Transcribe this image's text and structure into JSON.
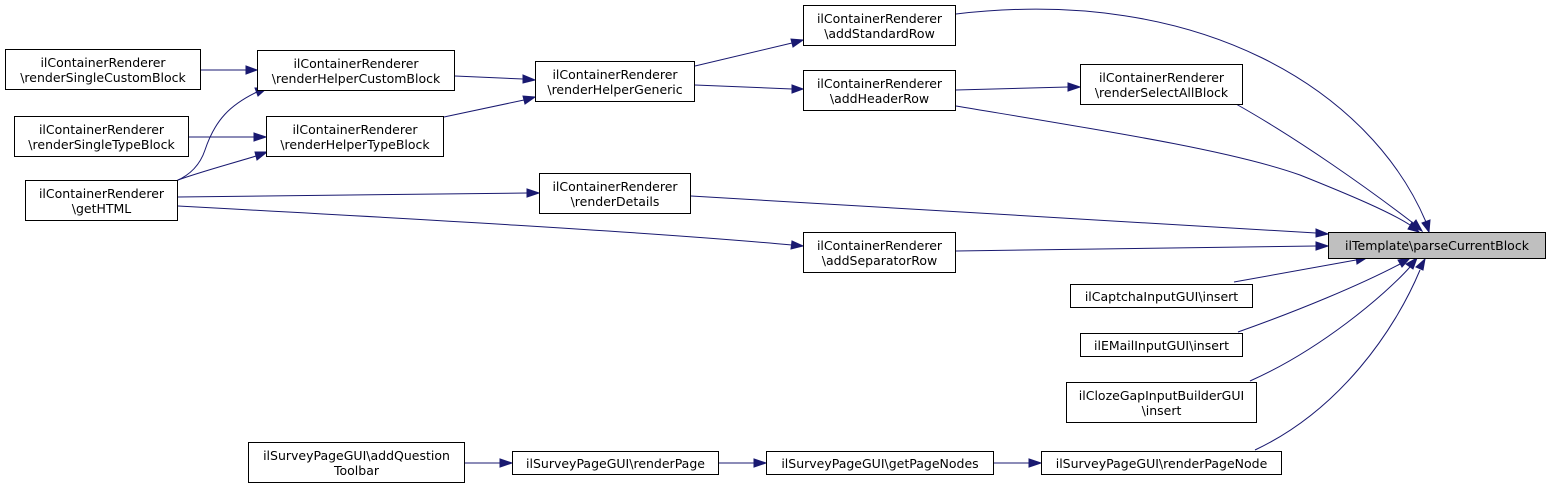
{
  "graph": {
    "edge_color": "#191970",
    "target_fill": "#bfbfbf",
    "nodes": {
      "target": {
        "line1": "ilTemplate\\parseCurrentBlock",
        "line2": ""
      },
      "renderSingleCustomBlock": {
        "line1": "ilContainerRenderer",
        "line2": "\\renderSingleCustomBlock"
      },
      "renderHelperCustomBlock": {
        "line1": "ilContainerRenderer",
        "line2": "\\renderHelperCustomBlock"
      },
      "renderHelperGeneric": {
        "line1": "ilContainerRenderer",
        "line2": "\\renderHelperGeneric"
      },
      "addStandardRow": {
        "line1": "ilContainerRenderer",
        "line2": "\\addStandardRow"
      },
      "addHeaderRow": {
        "line1": "ilContainerRenderer",
        "line2": "\\addHeaderRow"
      },
      "renderSelectAllBlock": {
        "line1": "ilContainerRenderer",
        "line2": "\\renderSelectAllBlock"
      },
      "renderSingleTypeBlock": {
        "line1": "ilContainerRenderer",
        "line2": "\\renderSingleTypeBlock"
      },
      "renderHelperTypeBlock": {
        "line1": "ilContainerRenderer",
        "line2": "\\renderHelperTypeBlock"
      },
      "getHTML": {
        "line1": "ilContainerRenderer",
        "line2": "\\getHTML"
      },
      "renderDetails": {
        "line1": "ilContainerRenderer",
        "line2": "\\renderDetails"
      },
      "addSeparatorRow": {
        "line1": "ilContainerRenderer",
        "line2": "\\addSeparatorRow"
      },
      "captchaInsert": {
        "line1": "ilCaptchaInputGUI\\insert",
        "line2": ""
      },
      "emailInsert": {
        "line1": "ilEMailInputGUI\\insert",
        "line2": ""
      },
      "clozeInsert": {
        "line1": "ilClozeGapInputBuilderGUI",
        "line2": "\\insert"
      },
      "addQuestionToolbar": {
        "line1": "ilSurveyPageGUI\\addQuestion",
        "line2": "Toolbar"
      },
      "renderPage": {
        "line1": "ilSurveyPageGUI\\renderPage",
        "line2": ""
      },
      "getPageNodes": {
        "line1": "ilSurveyPageGUI\\getPageNodes",
        "line2": ""
      },
      "renderPageNode": {
        "line1": "ilSurveyPageGUI\\renderPageNode",
        "line2": ""
      }
    }
  }
}
